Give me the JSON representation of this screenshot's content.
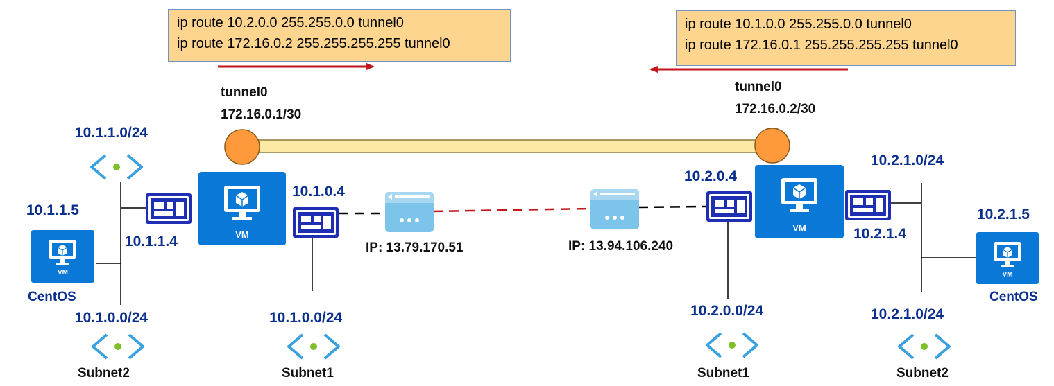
{
  "routes": {
    "left": {
      "line1": "ip route 10.2.0.0 255.255.0.0 tunnel0",
      "line2": "ip route 172.16.0.2 255.255.255.255 tunnel0"
    },
    "right": {
      "line1": "ip route 10.1.0.0 255.255.0.0 tunnel0",
      "line2": "ip route 172.16.0.1 255.255.255.255 tunnel0"
    }
  },
  "tunnels": {
    "left": {
      "name": "tunnel0",
      "ip": "172.16.0.1/30"
    },
    "right": {
      "name": "tunnel0",
      "ip": "172.16.0.2/30"
    }
  },
  "left_site": {
    "subnet2_vnet_cidr": "10.1.1.0/24",
    "centos_ip": "10.1.1.5",
    "nic_ip_subnet2": "10.1.1.4",
    "centos_label": "CentOS",
    "subnet2_cidr": "10.1.0.0/24",
    "subnet2_name": "Subnet2",
    "nic_ip_subnet1": "10.1.0.4",
    "subnet1_cidr": "10.1.0.0/24",
    "subnet1_name": "Subnet1",
    "public_ip": "IP: 13.79.170.51",
    "vm_label": "VM",
    "centos_vm_label": "VM"
  },
  "right_site": {
    "nic_ip_subnet1": "10.2.0.4",
    "subnet1_cidr": "10.2.0.0/24",
    "subnet1_name": "Subnet1",
    "subnet2_vnet_cidr": "10.2.1.0/24",
    "nic_ip_subnet2": "10.2.1.4",
    "centos_ip": "10.2.1.5",
    "centos_label": "CentOS",
    "subnet2_cidr": "10.2.1.0/24",
    "subnet2_name": "Subnet2",
    "public_ip": "IP: 13.94.106.240",
    "vm_label": "VM",
    "centos_vm_label": "VM"
  },
  "colors": {
    "vm_blue": "#0a78d7",
    "label_blue": "#0a2f8c",
    "route_box": "#fdd58e",
    "tunnel_fill": "#fce9a4",
    "tunnel_endpoint": "#ff9a3c",
    "arrow_red": "#c0161c",
    "nic_blue": "#1f2fb4",
    "gateway_blue": "#7cc4ea"
  }
}
